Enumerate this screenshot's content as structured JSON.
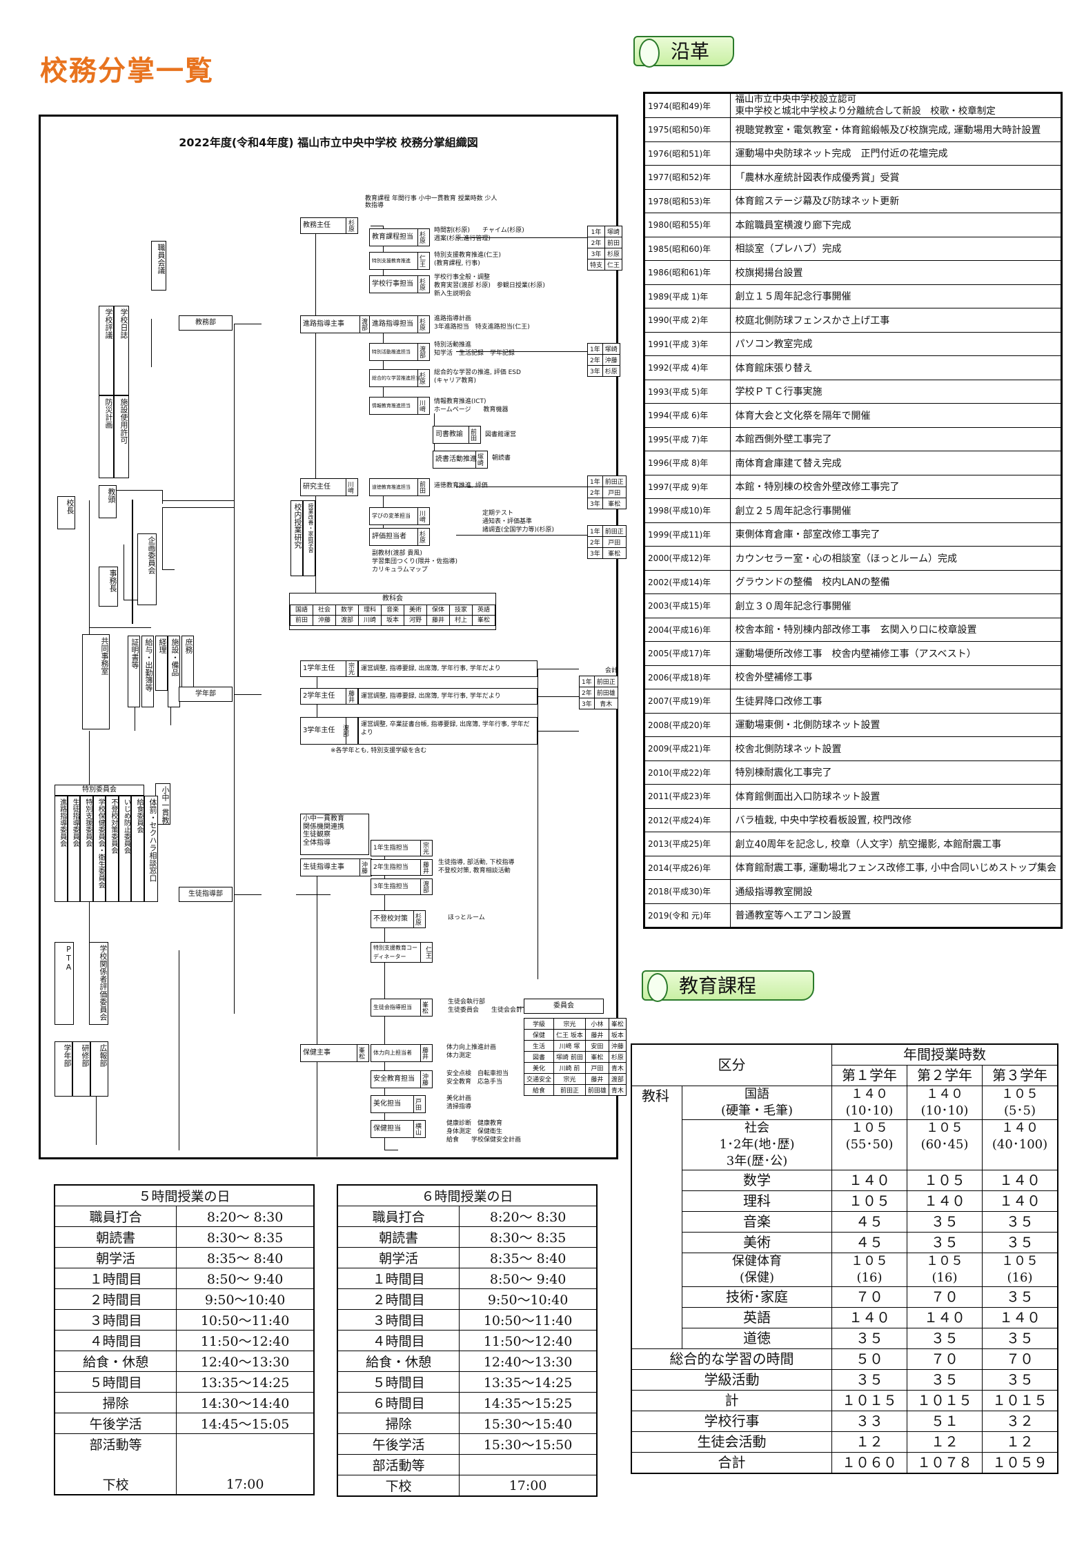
{
  "page_title": "校務分掌一覧",
  "org": {
    "title": "2022年度(令和4年度) 福山市立中央中学校 校務分掌組織図",
    "top_nodes": {
      "shokuin_kaigi": "職員会議",
      "gakko_hyogi": "学校評議",
      "gakko_nisshi": "学校日誌",
      "shisetsu_shiyo": "施設使用許可",
      "bosai_keikaku": "防災計画",
      "kocho": "校長",
      "kyoto": "教頭",
      "kikaku_iinkai": "企画委員会",
      "jimu_kacho": "事務長",
      "kyodo_jimushitsu": "共同事務室",
      "shomeisho": "証明書等",
      "kyuyo": "給与・出勤簿等",
      "shisetsu_bihin": "施設・備品",
      "keiri": "経理",
      "shomu": "庶務",
      "tokubetsu_iinkai": "特別委員会",
      "iinkai_list": [
        "進路指導委員会",
        "生徒指導委員会",
        "特別支援委員会",
        "学校保健委員会・衛生委員会",
        "不登校対策委員会",
        "いじめ防止委員会",
        "給食委員会"
      ],
      "taibatsu": "体罰・セクハラ相談窓口",
      "shochu": "小中一貫教育",
      "pta": "PTA",
      "kankeisha_hyoka": "学校関係者評価委員会",
      "gakunenbu_list": [
        "学年部",
        "研修部",
        "広報部"
      ]
    },
    "bu": {
      "kyomu": "教務部",
      "gakunen": "学年部",
      "seito": "生徒指導部"
    },
    "kyomu_nodes": {
      "kyomu_shunin": "教務主任",
      "kyomu_shunin_name": "杉原",
      "kyomu_note": "教育課程 年間行事 小中一貫教育 授業時数 少人数指導",
      "kyoiku_katei": "教育課程担当",
      "kyoiku_katei_name": "杉原",
      "kyoiku_katei_note1": "時間割(杉原)　　チャイム(杉原)",
      "kyoiku_katei_note2": "週案(杉原,進行管理)",
      "tokushi": "特別支援教育推進",
      "tokushi_name": "仁王",
      "tokushi_note1": "特別支援教育推進(仁王)",
      "tokushi_note2": "(教育課程, 行事)",
      "gakko_gyoji": "学校行事担当",
      "gakko_gyoji_name": "杉原",
      "gakko_gyoji_note1": "学校行事全般・調整",
      "gakko_gyoji_note2": "教育実習(渡部 杉原)　参観日授業(杉原)",
      "gakko_gyoji_note3": "新入生説明会",
      "shinro_shunin": "進路指導主事",
      "shinro_shunin_name": "渡部",
      "shinro_tanto": "進路指導担当",
      "shinro_tanto_name": "杉原",
      "shinro_note1": "進路指導計画",
      "shinro_note2": "3年進路担当　特支進路担当(仁王)",
      "tokkatsu": "特別活動推進担当",
      "tokkatsu_name": "渡部",
      "tokkatsu_note1": "特別活動推進",
      "tokkatsu_note2": "知学活　生活記録　学年記録",
      "sogo": "総合的な学習推進担当",
      "sogo_name": "杉原",
      "sogo_note1": "総合的な学習の推進, 評価 ESD",
      "sogo_note2": "(キャリア教育)",
      "joho": "情報教育推進担当",
      "joho_name": "川﨑",
      "joho_note1": "情報教育推進(ICT)",
      "joho_note2": "ホームページ　　教育機器",
      "shisho": "司書教諭",
      "shisho_name": "前田",
      "shisho_note": "図書館運営",
      "dokusho": "読書活動推進",
      "dokusho_name": "塚崎",
      "dokusho_note": "朝読書",
      "kenkyu_shunin": "研究主任",
      "kenkyu_shunin_name": "川﨑",
      "dotoku": "道徳教育推進担当",
      "dotoku_name": "前田",
      "dotoku_note": "道徳教育推進, 評価",
      "manabi": "学びの変革担当",
      "manabi_name": "川﨑",
      "hyoka": "評価担当者",
      "hyoka_name": "杉原",
      "hyoka_note1": "定期テスト",
      "hyoka_note2": "通知表・評価基準",
      "hyoka_note3": "諸調査(全国学力等)(杉原)",
      "kenkyu_note1": "副教材(渡部 貴風)",
      "kenkyu_note2": "学習集団つくり(隈井・佐指導)",
      "kenkyu_note3": "カリキュラムマップ",
      "konai_kenshu": "校内授業研究",
      "jugyo_kaizen": "授業改善・家庭学習",
      "kyoka_title": "教科会",
      "kyoka_subjects": [
        "国語",
        "社会",
        "数学",
        "理科",
        "音楽",
        "美術",
        "保体",
        "技家",
        "英語"
      ],
      "kyoka_names": [
        "前田",
        "沖藤",
        "渡部",
        "川崎",
        "坂本",
        "河野",
        "藤井",
        "村上",
        "峯松"
      ],
      "right_grid1": [
        [
          "1年",
          "塚崎"
        ],
        [
          "2年",
          "前田"
        ],
        [
          "3年",
          "杉原"
        ],
        [
          "特支",
          "仁王"
        ]
      ],
      "right_grid2": [
        [
          "1年",
          "塚崎"
        ],
        [
          "2年",
          "沖藤"
        ],
        [
          "3年",
          "杉原"
        ]
      ],
      "right_grid3": [
        [
          "1年",
          "前田正"
        ],
        [
          "2年",
          "戸田"
        ],
        [
          "3年",
          "峯松"
        ]
      ],
      "right_grid4": [
        [
          "1年",
          "前田正"
        ],
        [
          "2年",
          "戸田"
        ],
        [
          "3年",
          "峯松"
        ]
      ]
    },
    "gakunen_nodes": {
      "g1": "1学年主任",
      "g1_name": "宗光",
      "g2": "2学年主任",
      "g2_name": "藤井",
      "g3": "3学年主任",
      "g3_name": "渡部",
      "g_note": "運営調整, 指導要録, 出席簿, 学年行事, 学年だより",
      "g3_note": "運営調整, 卒業証書台帳, 指導要録, 出席簿, 学年行事, 学年だより",
      "g_footnote": "※各学年とも, 特別支援学級を含む",
      "kaikei": "会計",
      "kaikei_rows": [
        [
          "1年",
          "前田正"
        ],
        [
          "2年",
          "前田雄"
        ],
        [
          "3年",
          "青木"
        ]
      ]
    },
    "seito_nodes": {
      "shochu_note1": "小中一貫教育",
      "shochu_note2": "関係機関連携",
      "shochu_note3": "生徒観察",
      "shochu_note4": "全体指導",
      "seito_shuji": "生徒指導主事",
      "seito_shuji_name": "沖藤",
      "s1": "1年生指担当",
      "s1_name": "宗光",
      "s2": "2年生指担当",
      "s2_name": "藤井",
      "s3": "3年生指担当",
      "s3_name": "渡部",
      "s_note1": "生徒指導, 部活動, 下校指導",
      "s_note2": "不登校対策, 教育相談活動",
      "futoko": "不登校対策",
      "futoko_name": "杉原",
      "futoko_note": "ほっとルーム",
      "coordinator": "特別支援教育コーディネーター",
      "coordinator_name": "仁王",
      "seitokai": "生徒会指導担当",
      "seitokai_name": "峯松",
      "seitokai_note1": "生徒会執行部",
      "seitokai_note2": "生徒委員会　　生徒会会計",
      "hoken_shuji": "保健主事",
      "hoken_shuji_name": "峯松",
      "tairyoku": "体力向上担当者",
      "tairyoku_name": "藤井",
      "tairyoku_note1": "体力向上推進計画",
      "tairyoku_note2": "体力測定",
      "anzen": "安全教育担当",
      "anzen_name": "沖藤",
      "anzen_note1": "安全点検　自転車担当",
      "anzen_note2": "安全教育　応急手当",
      "bika": "美化担当",
      "bika_name": "戸田",
      "bika_note1": "美化計画",
      "bika_note2": "清掃指導",
      "hoken": "保健担当",
      "hoken_name": "横山",
      "hoken_note1": "健康診断　健康教育",
      "hoken_note2": "身体測定　保健衛生",
      "hoken_note3": "給食　　学校保健安全計画",
      "iinkai_title": "委員会",
      "iinkai_rows": [
        [
          "学級",
          "宗光",
          "小林",
          "峯松"
        ],
        [
          "保健",
          "仁王 坂本",
          "藤井",
          "坂本"
        ],
        [
          "生活",
          "川﨑 塚",
          "安田",
          "沖藤"
        ],
        [
          "図書",
          "塚崎 前田",
          "峯松",
          "杉原"
        ],
        [
          "美化",
          "川崎 前",
          "戸田",
          "青木"
        ],
        [
          "交通安全",
          "宗光",
          "藤井",
          "渡部"
        ],
        [
          "給食",
          "前田正",
          "前田雄",
          "青木"
        ]
      ]
    }
  },
  "history": {
    "tag": "沿革",
    "rows": [
      {
        "year": "1974(昭和49)年",
        "event": "福山市立中央中学校設立認可",
        "event2": "東中学校と城北中学校より分離統合して新設　校歌・校章制定"
      },
      {
        "year": "1975(昭和50)年",
        "event": "視聴覚教室・電気教室・体育館緞帳及び校旗完成, 運動場用大時計設置"
      },
      {
        "year": "1976(昭和51)年",
        "event": "運動場中央防球ネット完成　正門付近の花壇完成"
      },
      {
        "year": "1977(昭和52)年",
        "event": "「農林水産統計図表作成優秀賞」受賞"
      },
      {
        "year": "1978(昭和53)年",
        "event": "体育館ステージ幕及び防球ネット更新"
      },
      {
        "year": "1980(昭和55)年",
        "event": "本館職員室横渡り廊下完成"
      },
      {
        "year": "1985(昭和60)年",
        "event": "相談室（プレハブ）完成"
      },
      {
        "year": "1986(昭和61)年",
        "event": "校旗掲揚台設置"
      },
      {
        "year": "1989(平成 1)年",
        "event": "創立１５周年記念行事開催"
      },
      {
        "year": "1990(平成 2)年",
        "event": "校庭北側防球フェンスかさ上げ工事"
      },
      {
        "year": "1991(平成 3)年",
        "event": "パソコン教室完成"
      },
      {
        "year": "1992(平成 4)年",
        "event": "体育館床張り替え"
      },
      {
        "year": "1993(平成 5)年",
        "event": "学校ＰＴＣ行事実施"
      },
      {
        "year": "1994(平成 6)年",
        "event": "体育大会と文化祭を隔年で開催"
      },
      {
        "year": "1995(平成 7)年",
        "event": "本館西側外壁工事完了"
      },
      {
        "year": "1996(平成 8)年",
        "event": "南体育倉庫建て替え完成"
      },
      {
        "year": "1997(平成 9)年",
        "event": "本館・特別棟の校舎外壁改修工事完了"
      },
      {
        "year": "1998(平成10)年",
        "event": "創立２５周年記念行事開催"
      },
      {
        "year": "1999(平成11)年",
        "event": "東側体育倉庫・部室改修工事完了"
      },
      {
        "year": "2000(平成12)年",
        "event": "カウンセラー室・心の相談室（ほっとルーム）完成"
      },
      {
        "year": "2002(平成14)年",
        "event": "グラウンドの整備　校内LANの整備"
      },
      {
        "year": "2003(平成15)年",
        "event": "創立３０周年記念行事開催"
      },
      {
        "year": "2004(平成16)年",
        "event": "校舎本館・特別棟内部改修工事　玄関入り口に校章設置"
      },
      {
        "year": "2005(平成17)年",
        "event": "運動場便所改修工事　校舎内壁補修工事（アスベスト）"
      },
      {
        "year": "2006(平成18)年",
        "event": "校舎外壁補修工事"
      },
      {
        "year": "2007(平成19)年",
        "event": "生徒昇降口改修工事"
      },
      {
        "year": "2008(平成20)年",
        "event": "運動場東側・北側防球ネット設置"
      },
      {
        "year": "2009(平成21)年",
        "event": "校舎北側防球ネット設置"
      },
      {
        "year": "2010(平成22)年",
        "event": "特別棟耐震化工事完了"
      },
      {
        "year": "2011(平成23)年",
        "event": "体育館側面出入口防球ネット設置"
      },
      {
        "year": "2012(平成24)年",
        "event": "バラ植栽, 中央中学校看板設置, 校門改修"
      },
      {
        "year": "2013(平成25)年",
        "event": "創立40周年を記念し, 校章（人文字）航空撮影, 本館耐震工事"
      },
      {
        "year": "2014(平成26)年",
        "event": "体育館耐震工事, 運動場北フェンス改修工事, 小中合同いじめストップ集会"
      },
      {
        "year": "2018(平成30)年",
        "event": "通級指導教室開設"
      },
      {
        "year": "2019(令和 元)年",
        "event": "普通教室等へエアコン設置"
      }
    ]
  },
  "schedule5": {
    "title": "５時間授業の日",
    "rows": [
      [
        "職員打合",
        "8:20～ 8:30"
      ],
      [
        "朝読書",
        "8:30～ 8:35"
      ],
      [
        "朝学活",
        "8:35～ 8:40"
      ],
      [
        "１時間目",
        "8:50～ 9:40"
      ],
      [
        "２時間目",
        "9:50～10:40"
      ],
      [
        "３時間目",
        "10:50～11:40"
      ],
      [
        "４時間目",
        "11:50～12:40"
      ],
      [
        "給食・休憩",
        "12:40～13:30"
      ],
      [
        "５時間目",
        "13:35～14:25"
      ],
      [
        "掃除",
        "14:30～14:40"
      ],
      [
        "午後学活",
        "14:45～15:05"
      ],
      [
        "部活動等",
        ""
      ],
      [
        "",
        ""
      ],
      [
        "下校",
        "17:00"
      ]
    ]
  },
  "schedule6": {
    "title": "６時間授業の日",
    "rows": [
      [
        "職員打合",
        "8:20～ 8:30"
      ],
      [
        "朝読書",
        "8:30～ 8:35"
      ],
      [
        "朝学活",
        "8:35～ 8:40"
      ],
      [
        "１時間目",
        "8:50～ 9:40"
      ],
      [
        "２時間目",
        "9:50～10:40"
      ],
      [
        "３時間目",
        "10:50～11:40"
      ],
      [
        "４時間目",
        "11:50～12:40"
      ],
      [
        "給食・休憩",
        "12:40～13:30"
      ],
      [
        "５時間目",
        "13:35～14:25"
      ],
      [
        "６時間目",
        "14:35～15:25"
      ],
      [
        "掃除",
        "15:30～15:40"
      ],
      [
        "午後学活",
        "15:30～15:50"
      ],
      [
        "部活動等",
        ""
      ],
      [
        "下校",
        "17:00"
      ]
    ]
  },
  "curriculum": {
    "tag": "教育課程",
    "head_kubun": "区分",
    "head_jisu": "年間授業時数",
    "grades": [
      "第１学年",
      "第２学年",
      "第３学年"
    ],
    "kyoka_label": "教科",
    "rows": [
      {
        "name": "国語",
        "name2": "(硬筆・毛筆)",
        "v": [
          "１４０",
          "１４０",
          "１０５"
        ],
        "v2": [
          "(10･10)",
          "(10･10)",
          "(5･5)"
        ]
      },
      {
        "name": "社会",
        "name2": "1･2年(地･歴)",
        "name3": "3年(歴･公)",
        "v": [
          "１０５",
          "１０５",
          "１４０"
        ],
        "v2": [
          "(55･50)",
          "(60･45)",
          ""
        ],
        "v3": [
          "",
          "",
          "(40･100)"
        ]
      },
      {
        "name": "数学",
        "v": [
          "１４０",
          "１０５",
          "１４０"
        ]
      },
      {
        "name": "理科",
        "v": [
          "１０５",
          "１４０",
          "１４０"
        ]
      },
      {
        "name": "音楽",
        "v": [
          "４５",
          "３５",
          "３５"
        ]
      },
      {
        "name": "美術",
        "v": [
          "４５",
          "３５",
          "３５"
        ]
      },
      {
        "name": "保健体育",
        "name2": "(保健)",
        "v": [
          "１０５",
          "１０５",
          "１０５"
        ],
        "v2": [
          "(16)",
          "(16)",
          "(16)"
        ]
      },
      {
        "name": "技術･家庭",
        "v": [
          "７０",
          "７０",
          "３５"
        ]
      },
      {
        "name": "英語",
        "v": [
          "１４０",
          "１４０",
          "１４０"
        ]
      },
      {
        "name": "道徳",
        "v": [
          "３５",
          "３５",
          "３５"
        ]
      }
    ],
    "others": [
      {
        "name": "総合的な学習の時間",
        "v": [
          "５０",
          "７０",
          "７０"
        ]
      },
      {
        "name": "学級活動",
        "v": [
          "３５",
          "３５",
          "３５"
        ]
      },
      {
        "name": "計",
        "v": [
          "１０１５",
          "１０１５",
          "１０１５"
        ]
      },
      {
        "name": "学校行事",
        "v": [
          "３３",
          "５１",
          "３２"
        ]
      },
      {
        "name": "生徒会活動",
        "v": [
          "１２",
          "１２",
          "１２"
        ]
      },
      {
        "name": "合計",
        "v": [
          "１０６０",
          "１０７８",
          "１０５９"
        ]
      }
    ]
  }
}
